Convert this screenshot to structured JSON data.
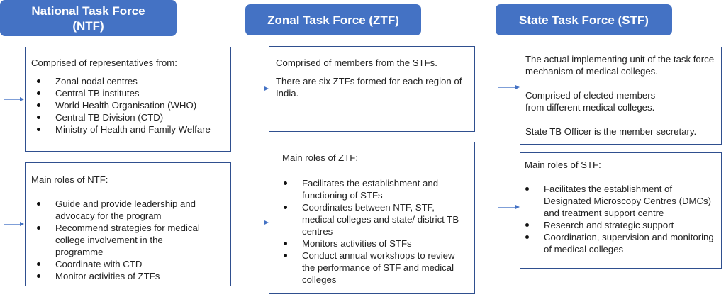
{
  "ntf": {
    "title_line1": "National Task Force",
    "title_line2": "(NTF)",
    "composition_intro": "Comprised of representatives from:",
    "composition_items": [
      "Zonal nodal centres",
      "Central TB institutes",
      "World Health Organisation (WHO)",
      "Central TB Division (CTD)",
      "Ministry of Health and Family Welfare"
    ],
    "roles_title": "Main roles of NTF:",
    "roles_items": [
      "Guide and provide leadership and advocacy for the program",
      "Recommend strategies for medical college involvement in the programme",
      "Coordinate with CTD",
      "Monitor activities of ZTFs"
    ]
  },
  "ztf": {
    "title": "Zonal Task Force (ZTF)",
    "composition_p1": "Comprised of members from the STFs.",
    "composition_p2": "There are six ZTFs formed for each region of India.",
    "roles_title": "Main roles of ZTF:",
    "roles_items": [
      "Facilitates the establishment and functioning of STFs",
      "Coordinates between NTF, STF, medical colleges and state/ district TB centres",
      "Monitors activities of STFs",
      "Conduct annual workshops to review the performance of STF and medical colleges"
    ]
  },
  "stf": {
    "title": "State Task Force (STF)",
    "composition_p1": "The actual implementing unit of the task force mechanism of medical colleges.",
    "composition_p2": "Comprised of elected members from different medical colleges.",
    "composition_p3": "State TB Officer is the member secretary.",
    "roles_title": "Main roles of STF:",
    "roles_items": [
      "Facilitates the establishment of Designated Microscopy Centres (DMCs) and treatment support centre",
      "Research and strategic support",
      "Coordination, supervision and monitoring of medical colleges"
    ]
  },
  "colors": {
    "header_fill": "#4472c4",
    "box_border": "#2f4f8f",
    "connector": "#7f9fd8"
  }
}
